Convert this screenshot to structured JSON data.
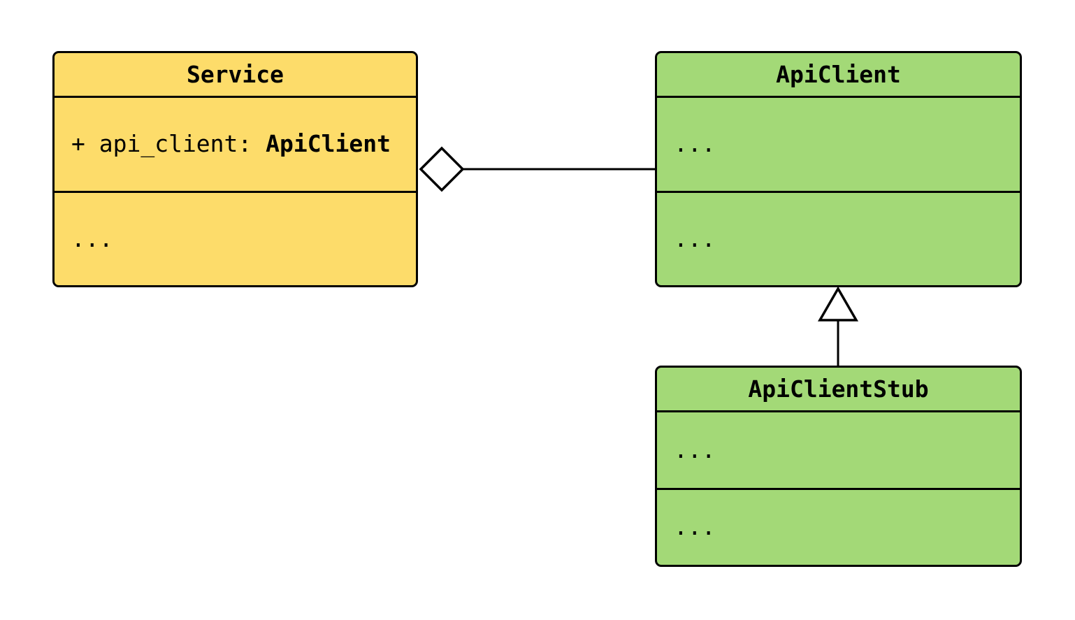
{
  "canvas": {
    "background": "#ffffff"
  },
  "colors": {
    "service_fill": "#FDDC6A",
    "api_client_fill": "#A3D977",
    "api_client_stub_fill": "#A3D977",
    "border": "#000000",
    "connector": "#000000",
    "marker_fill": "#ffffff",
    "text": "#000000"
  },
  "classes": {
    "service": {
      "title": "Service",
      "attribute_prefix": "+ api_client: ",
      "attribute_type": "ApiClient",
      "methods_placeholder": "..."
    },
    "api_client": {
      "title": "ApiClient",
      "attributes_placeholder": "...",
      "methods_placeholder": "..."
    },
    "api_client_stub": {
      "title": "ApiClientStub",
      "attributes_placeholder": "...",
      "methods_placeholder": "..."
    }
  },
  "relationships": [
    {
      "type": "aggregation",
      "from": "Service",
      "to": "ApiClient",
      "marker": "hollow-diamond",
      "marker_at": "Service"
    },
    {
      "type": "generalization",
      "from": "ApiClientStub",
      "to": "ApiClient",
      "marker": "hollow-triangle",
      "marker_at": "ApiClient"
    }
  ]
}
